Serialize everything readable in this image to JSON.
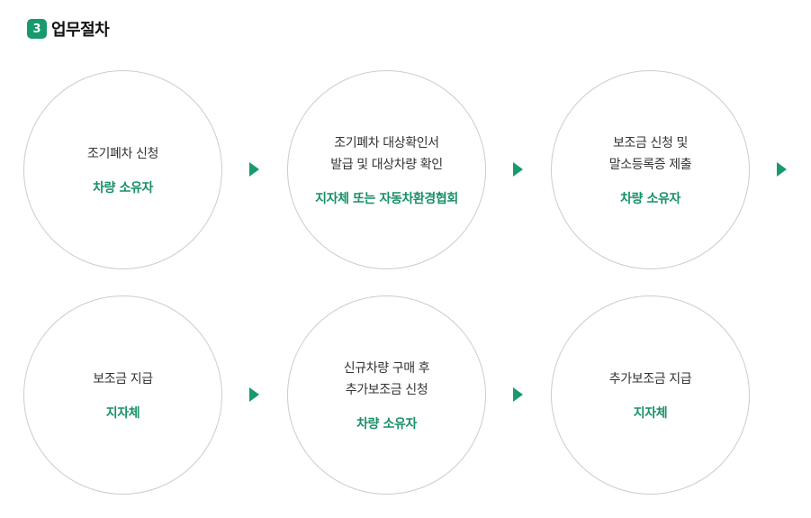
{
  "header": {
    "number": "3",
    "title": "업무절차"
  },
  "colors": {
    "accent": "#189a6e",
    "actor_text": "#18906a",
    "circle_border": "#cccccc",
    "text": "#333333"
  },
  "steps": [
    {
      "desc": "조기폐차 신청",
      "actor": "차량 소유자"
    },
    {
      "desc": "조기폐차 대상확인서\n발급 및 대상차량 확인",
      "actor": "지자체 또는 자동차환경협회"
    },
    {
      "desc": "보조금 신청 및\n말소등록증 제출",
      "actor": "차량 소유자"
    },
    {
      "desc": "보조금 지급",
      "actor": "지자체"
    },
    {
      "desc": "신규차량 구매 후\n추가보조금 신청",
      "actor": "차량 소유자"
    },
    {
      "desc": "추가보조금 지급",
      "actor": "지자체"
    }
  ],
  "arrows": [
    {
      "icon": "arrow-right-icon"
    },
    {
      "icon": "arrow-right-icon"
    },
    {
      "icon": "arrow-right-icon"
    },
    {
      "icon": "arrow-right-icon"
    },
    {
      "icon": "arrow-right-icon"
    }
  ]
}
